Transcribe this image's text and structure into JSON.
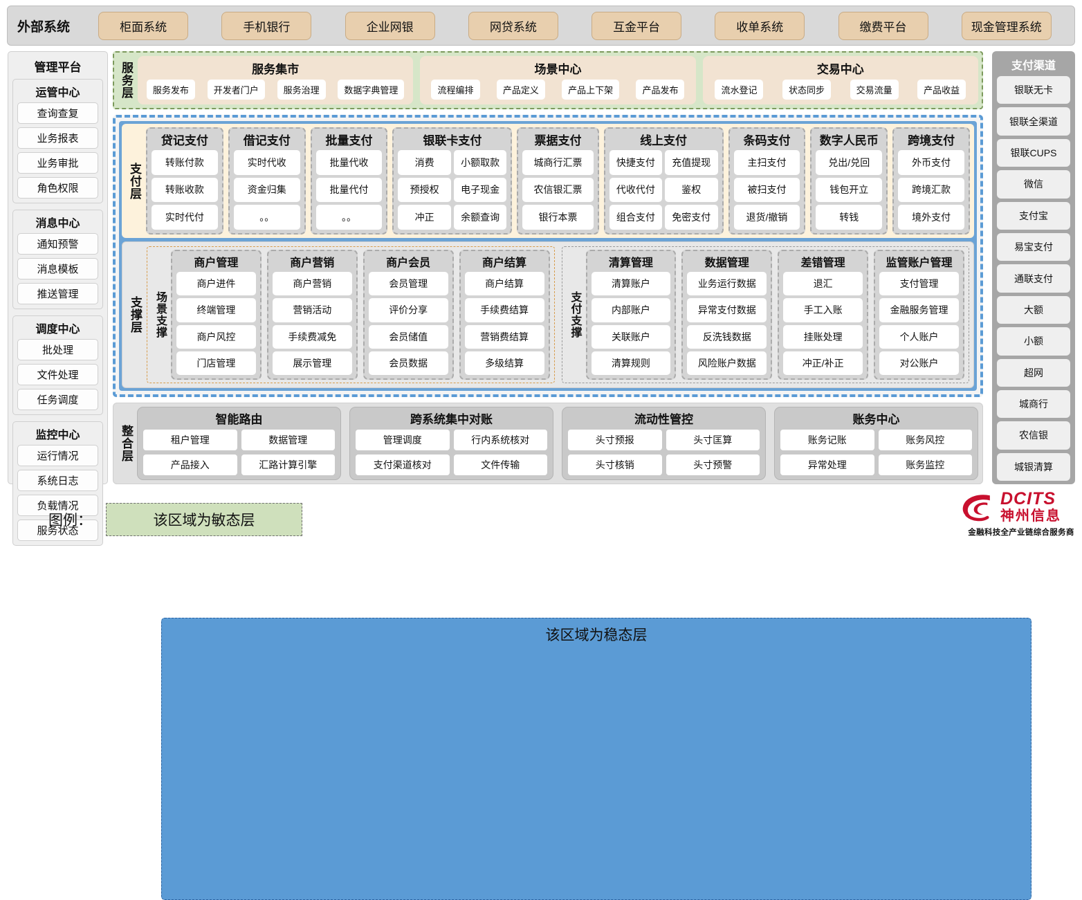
{
  "external": {
    "title": "外部系统",
    "items": [
      "柜面系统",
      "手机银行",
      "企业网银",
      "网贷系统",
      "互金平台",
      "收单系统",
      "缴费平台",
      "现金管理系统"
    ]
  },
  "management": {
    "title": "管理平台",
    "groups": [
      {
        "title": "运管中心",
        "items": [
          "查询查复",
          "业务报表",
          "业务审批",
          "角色权限"
        ]
      },
      {
        "title": "消息中心",
        "items": [
          "通知预警",
          "消息模板",
          "推送管理"
        ]
      },
      {
        "title": "调度中心",
        "items": [
          "批处理",
          "文件处理",
          "任务调度"
        ]
      },
      {
        "title": "监控中心",
        "items": [
          "运行情况",
          "系统日志",
          "负载情况",
          "服务状态"
        ]
      }
    ]
  },
  "service_layer": {
    "label": "服务层",
    "groups": [
      {
        "title": "服务集市",
        "items": [
          "服务发布",
          "开发者门户",
          "服务治理",
          "数据字典管理"
        ]
      },
      {
        "title": "场景中心",
        "items": [
          "流程编排",
          "产品定义",
          "产品上下架",
          "产品发布"
        ]
      },
      {
        "title": "交易中心",
        "items": [
          "流水登记",
          "状态同步",
          "交易流量",
          "产品收益"
        ]
      }
    ]
  },
  "pay_layer": {
    "label": "支付层",
    "columns": [
      {
        "title": "贷记支付",
        "cols": 1,
        "items": [
          "转账付款",
          "转账收款",
          "实时代付"
        ]
      },
      {
        "title": "借记支付",
        "cols": 1,
        "items": [
          "实时代收",
          "资金归集",
          "。。"
        ]
      },
      {
        "title": "批量支付",
        "cols": 1,
        "items": [
          "批量代收",
          "批量代付",
          "。。"
        ]
      },
      {
        "title": "银联卡支付",
        "cols": 2,
        "items": [
          "消费",
          "小额取款",
          "预授权",
          "电子现金",
          "冲正",
          "余额查询"
        ]
      },
      {
        "title": "票据支付",
        "cols": 1,
        "items": [
          "城商行汇票",
          "农信银汇票",
          "银行本票"
        ]
      },
      {
        "title": "线上支付",
        "cols": 2,
        "items": [
          "快捷支付",
          "充值提现",
          "代收代付",
          "鉴权",
          "组合支付",
          "免密支付"
        ]
      },
      {
        "title": "条码支付",
        "cols": 1,
        "items": [
          "主扫支付",
          "被扫支付",
          "退货/撤销"
        ]
      },
      {
        "title": "数字人民币",
        "cols": 1,
        "items": [
          "兑出/兑回",
          "钱包开立",
          "转钱"
        ]
      },
      {
        "title": "跨境支付",
        "cols": 1,
        "items": [
          "外币支付",
          "跨境汇款",
          "境外支付"
        ]
      }
    ]
  },
  "support_layer": {
    "label": "支撑层",
    "blocks": [
      {
        "label": "场景支撑",
        "columns": [
          {
            "title": "商户管理",
            "items": [
              "商户进件",
              "终端管理",
              "商户风控",
              "门店管理"
            ]
          },
          {
            "title": "商户营销",
            "items": [
              "商户营销",
              "营销活动",
              "手续费减免",
              "展示管理"
            ]
          },
          {
            "title": "商户会员",
            "items": [
              "会员管理",
              "评价分享",
              "会员储值",
              "会员数据"
            ]
          },
          {
            "title": "商户结算",
            "items": [
              "商户结算",
              "手续费结算",
              "营销费结算",
              "多级结算"
            ]
          }
        ]
      },
      {
        "label": "支付支撑",
        "columns": [
          {
            "title": "清算管理",
            "items": [
              "清算账户",
              "内部账户",
              "关联账户",
              "清算规则"
            ]
          },
          {
            "title": "数据管理",
            "items": [
              "业务运行数据",
              "异常支付数据",
              "反洗钱数据",
              "风险账户数据"
            ]
          },
          {
            "title": "差错管理",
            "items": [
              "退汇",
              "手工入账",
              "挂账处理",
              "冲正/补正"
            ]
          },
          {
            "title": "监管账户管理",
            "items": [
              "支付管理",
              "金融服务管理",
              "个人账户",
              "对公账户"
            ]
          }
        ]
      }
    ]
  },
  "integration_layer": {
    "label": "整合层",
    "cards": [
      {
        "title": "智能路由",
        "items": [
          "租户管理",
          "数据管理",
          "产品接入",
          "汇路计算引擎"
        ]
      },
      {
        "title": "跨系统集中对账",
        "items": [
          "管理调度",
          "行内系统核对",
          "支付渠道核对",
          "文件传输"
        ]
      },
      {
        "title": "流动性管控",
        "items": [
          "头寸预报",
          "头寸匡算",
          "头寸核销",
          "头寸预警"
        ]
      },
      {
        "title": "账务中心",
        "items": [
          "账务记账",
          "账务风控",
          "异常处理",
          "账务监控"
        ]
      }
    ]
  },
  "channels": {
    "title": "支付渠道",
    "items": [
      "银联无卡",
      "银联全渠道",
      "银联CUPS",
      "微信",
      "支付宝",
      "易宝支付",
      "通联支付",
      "大额",
      "小额",
      "超网",
      "城商行",
      "农信银",
      "城银清算"
    ]
  },
  "legend": {
    "label": "图例：",
    "agile": "该区域为敏态层",
    "stable": "该区域为稳态层"
  },
  "logo": {
    "brand": "DCITS",
    "brand_cn": "神州信息",
    "slogan": "金融科技全产业链综合服务商"
  },
  "colors": {
    "external_chip": "#e8cfae",
    "agile_green": "#d6e6c8",
    "stable_blue": "#6ba3d6",
    "pay_layer_bg": "#fdf2dc",
    "brand_red": "#c8102e"
  }
}
